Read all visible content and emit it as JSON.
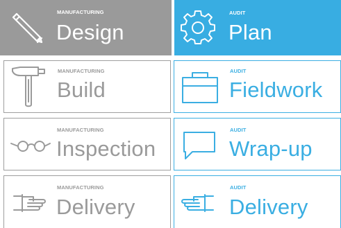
{
  "manufacturing": {
    "tag": "MANUFACTURING",
    "steps": [
      {
        "title": "Design",
        "icon": "pencil-icon",
        "state": "active"
      },
      {
        "title": "Build",
        "icon": "hammer-icon",
        "state": "inactive"
      },
      {
        "title": "Inspection",
        "icon": "glasses-icon",
        "state": "inactive"
      },
      {
        "title": "Delivery",
        "icon": "hand-icon",
        "state": "inactive"
      }
    ]
  },
  "audit": {
    "tag": "AUDIT",
    "steps": [
      {
        "title": "Plan",
        "icon": "gear-icon",
        "state": "active"
      },
      {
        "title": "Fieldwork",
        "icon": "toolbox-icon",
        "state": "inactive"
      },
      {
        "title": "Wrap-up",
        "icon": "speech-bubble-icon",
        "state": "inactive"
      },
      {
        "title": "Delivery",
        "icon": "hand-icon",
        "state": "inactive"
      }
    ]
  },
  "colors": {
    "manufacturing_accent": "#9a9a9a",
    "audit_accent": "#38ade2",
    "background": "#ffffff"
  }
}
